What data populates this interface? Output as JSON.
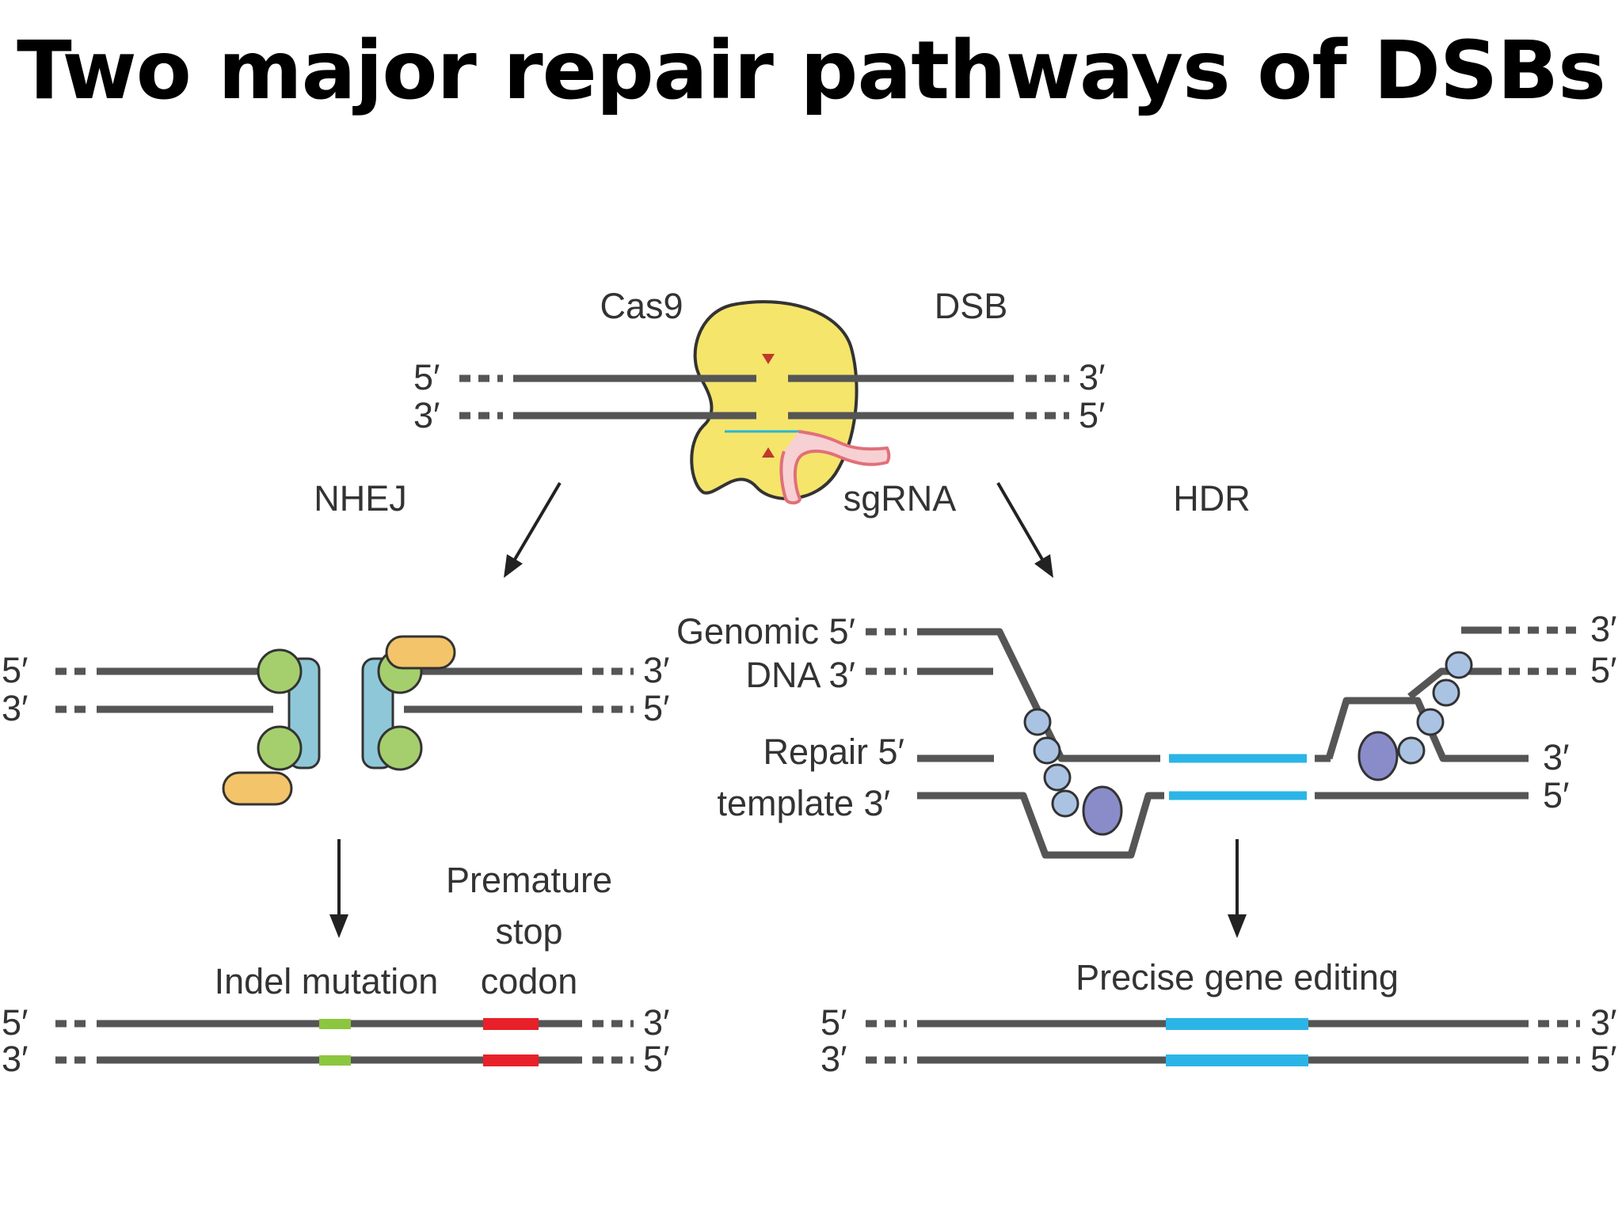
{
  "title": "Two major repair pathways of DSBs",
  "labels": {
    "cas9": "Cas9",
    "dsb": "DSB",
    "nhej": "NHEJ",
    "sgrna": "sgRNA",
    "hdr": "HDR",
    "genomic": "Genomic 5′",
    "dna": "DNA 3′",
    "repair": "Repair 5′",
    "template": "template 3′",
    "premature_1": "Premature",
    "premature_2": "stop",
    "premature_3": "codon",
    "indel": "Indel mutation",
    "precise": "Precise gene editing"
  },
  "ends": {
    "five": "5′",
    "three": "3′"
  },
  "colors": {
    "strand": "#555555",
    "cas9": "#f5e56b",
    "sgrna": "#e0707a",
    "target": "#29b6d8",
    "cut": "#c0392b",
    "ku_green": "#a5cf6d",
    "ku_orange": "#f4c46a",
    "ku_blue": "#8ec8d8",
    "hdr_bead": "#aac3e3",
    "hdr_big": "#8a8cc9",
    "indel": "#8cc63f",
    "stop": "#e8202a",
    "edit": "#2bb5e6"
  }
}
